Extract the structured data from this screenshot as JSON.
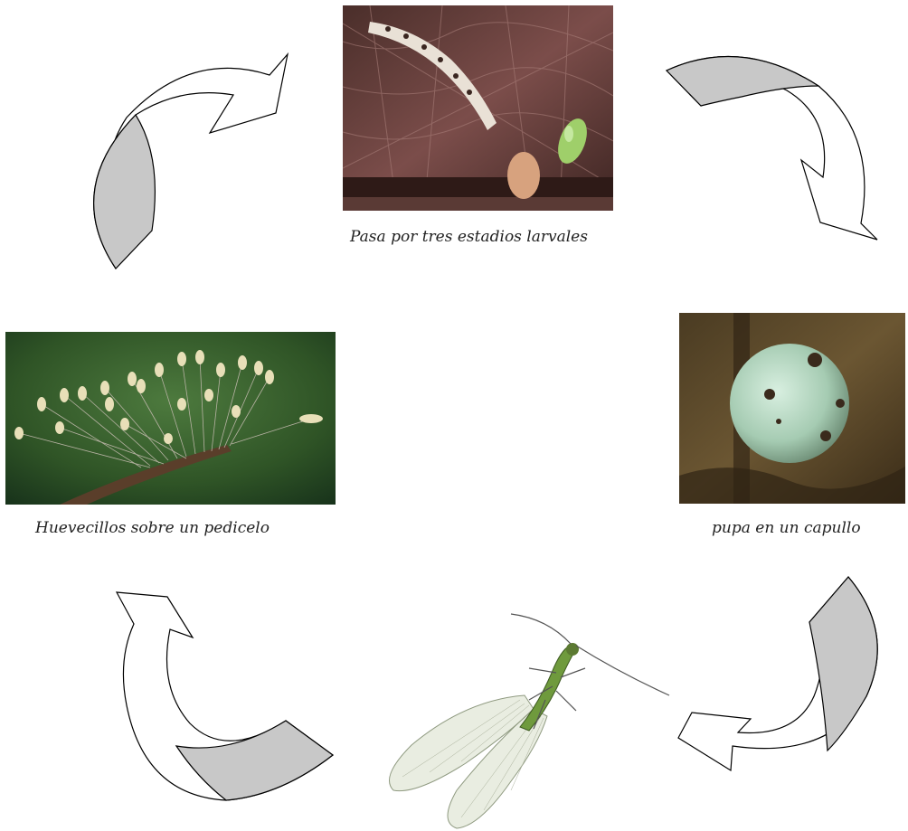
{
  "stages": {
    "larva": {
      "caption": "Pasa por tres estadios larvales"
    },
    "egg": {
      "caption": "Huevecillos sobre un pedicelo"
    },
    "pupa": {
      "caption": "pupa en un capullo"
    },
    "adult": {
      "caption": ""
    }
  },
  "colors": {
    "arrow_fill": "#ffffff",
    "arrow_shade": "#c8c8c8",
    "arrow_stroke": "#000000"
  }
}
